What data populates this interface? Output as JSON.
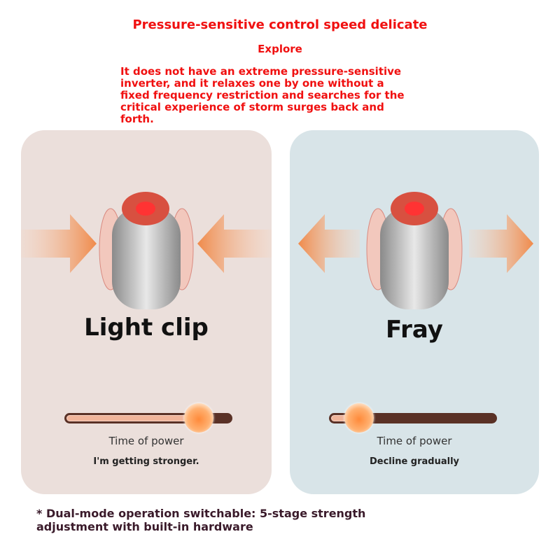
{
  "header": {
    "title": "Pressure-sensitive control speed delicate",
    "subtitle": "Explore",
    "description": "It does not have an extreme pressure-sensitive inverter, and it relaxes one by one without a fixed frequency restriction and searches for the critical experience of storm surges back and forth."
  },
  "panels": [
    {
      "mode": "Light clip",
      "arrows": "inward",
      "slider_label": "Time of power",
      "caption": "I'm getting stronger.",
      "level_percent": 80,
      "background": "#ebdfdb"
    },
    {
      "mode": "Fray",
      "arrows": "outward",
      "slider_label": "Time of power",
      "caption": "Decline gradually",
      "level_percent": 18,
      "background": "#d8e4e8"
    }
  ],
  "footer": "* Dual-mode operation switchable: 5-stage strength adjustment with built-in hardware",
  "colors": {
    "accent_red": "#f01010",
    "arrow": "#f08a4a",
    "track": "#5a3126"
  }
}
